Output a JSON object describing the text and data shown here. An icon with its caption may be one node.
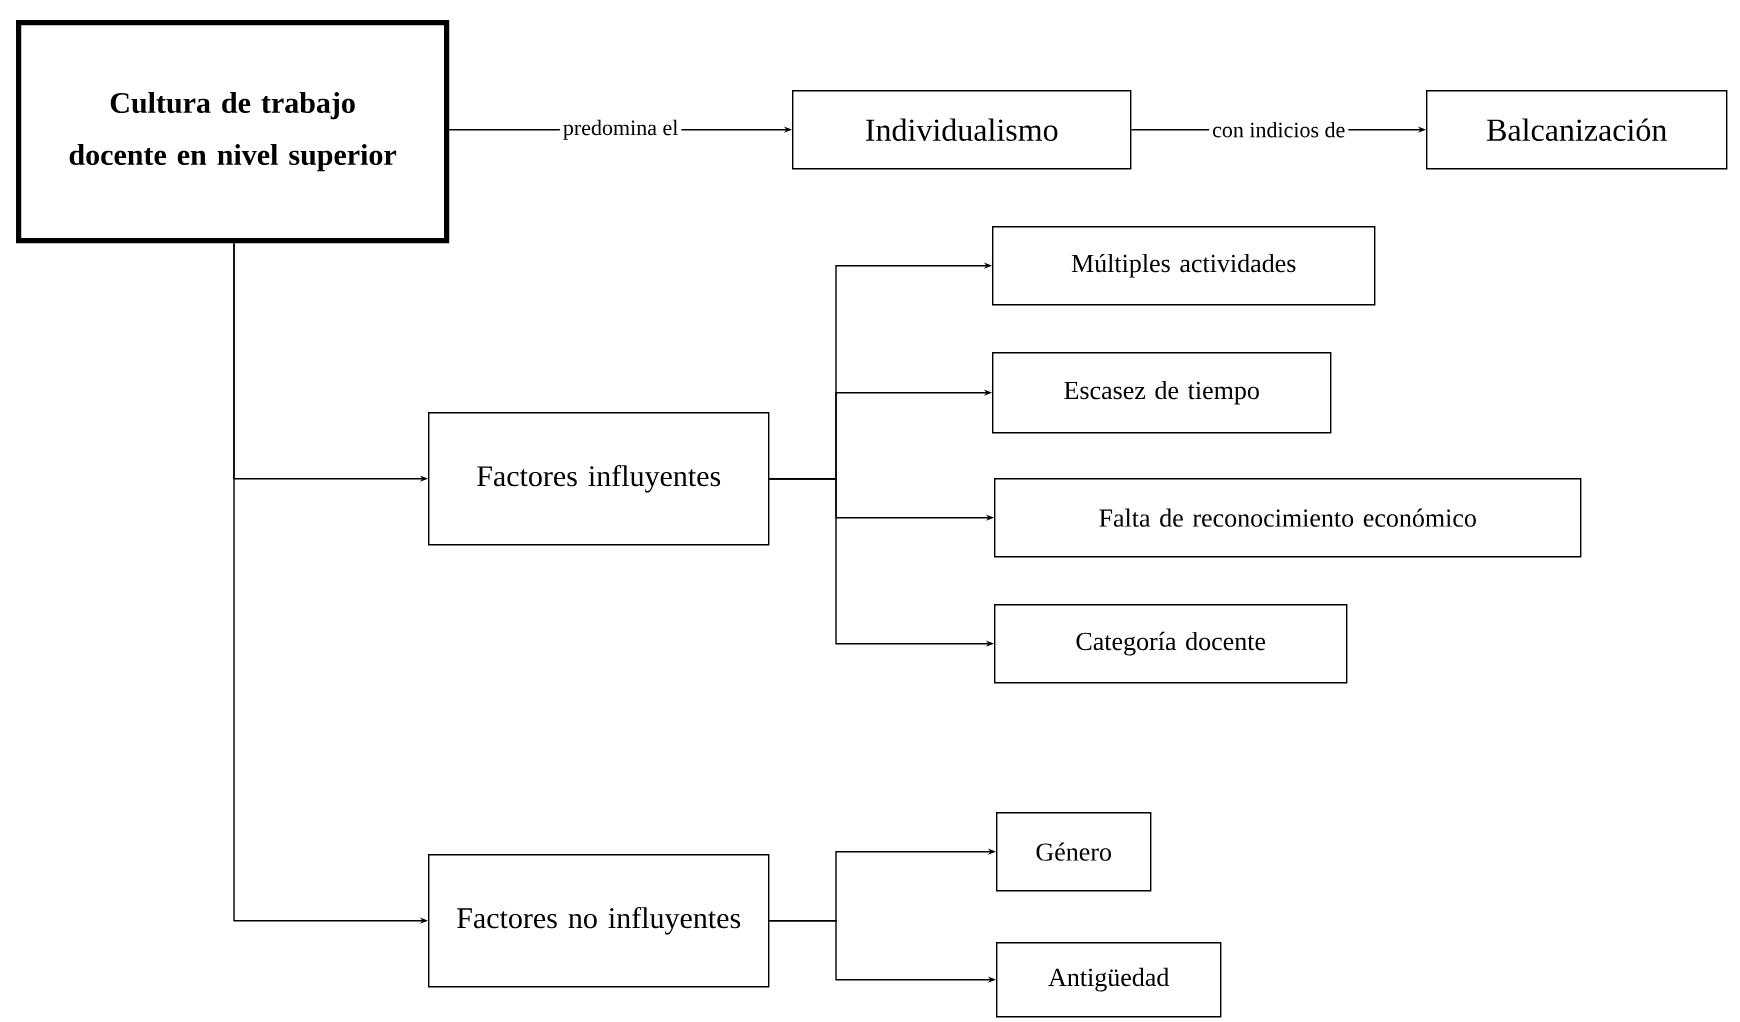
{
  "diagram": {
    "nodes": [
      {
        "text": [
          "Cultura de trabajo docente en nivel superior"
        ]
      },
      {
        "text": [
          "Individualismo"
        ]
      },
      {
        "text": [
          "Balcanización"
        ]
      },
      {
        "text": [
          "Factores influyentes"
        ]
      },
      {
        "text": [
          "Factores no influyentes"
        ]
      },
      {
        "text": [
          "Múltiples actividades"
        ]
      },
      {
        "text": [
          "Escasez de tiempo"
        ]
      },
      {
        "text": [
          "Falta de reconocimiento económico"
        ]
      },
      {
        "text": [
          "Categoría docente"
        ]
      },
      {
        "text": [
          "Género"
        ]
      },
      {
        "text": [
          "Antigüedad"
        ]
      }
    ],
    "edges": [
      {
        "from": 0,
        "to": 1,
        "arrow": "to",
        "label": "predomina el"
      },
      {
        "from": 1,
        "to": 2,
        "arrow": "to",
        "label": "con indicios de"
      },
      {
        "from": 0,
        "to": 3,
        "arrow": "to"
      },
      {
        "from": 0,
        "to": 4,
        "arrow": "to"
      },
      {
        "from": 3,
        "to": 5,
        "arrow": "to"
      },
      {
        "from": 3,
        "to": 6,
        "arrow": "to"
      },
      {
        "from": 3,
        "to": 7,
        "arrow": "to"
      },
      {
        "from": 3,
        "to": 8,
        "arrow": "to"
      },
      {
        "from": 4,
        "to": 9,
        "arrow": "to"
      },
      {
        "from": 4,
        "to": 10,
        "arrow": "to"
      }
    ]
  }
}
